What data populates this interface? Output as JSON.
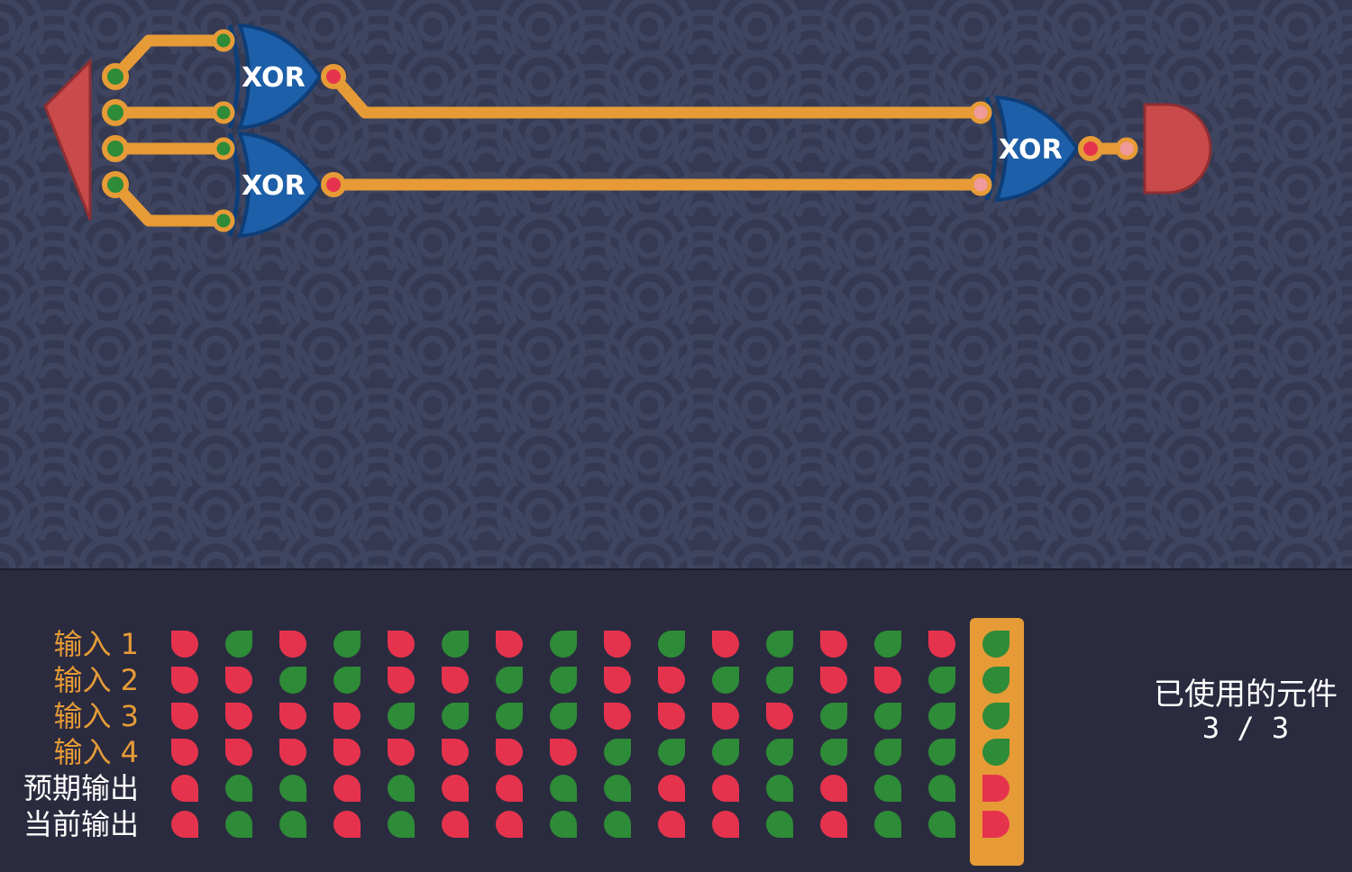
{
  "circuit": {
    "gates": [
      {
        "id": "xor1",
        "label": "XOR"
      },
      {
        "id": "xor2",
        "label": "XOR"
      },
      {
        "id": "xor3",
        "label": "XOR"
      }
    ],
    "colors": {
      "background": "#353a52",
      "wave": "#3f4560",
      "wire": "#e69b37",
      "gate_fill": "#1d5fa8",
      "gate_stroke": "#0e3e78",
      "pin_on": "#2e8b37",
      "pin_off": "#e6334d",
      "io_red": "#c94a4a"
    }
  },
  "truth_table": {
    "rows": [
      {
        "label": "输入 1",
        "kind": "input",
        "bits": [
          0,
          1,
          0,
          1,
          0,
          1,
          0,
          1,
          0,
          1,
          0,
          1,
          0,
          1,
          0,
          1
        ]
      },
      {
        "label": "输入 2",
        "kind": "input",
        "bits": [
          0,
          0,
          1,
          1,
          0,
          0,
          1,
          1,
          0,
          0,
          1,
          1,
          0,
          0,
          1,
          1
        ]
      },
      {
        "label": "输入 3",
        "kind": "input",
        "bits": [
          0,
          0,
          0,
          0,
          1,
          1,
          1,
          1,
          0,
          0,
          0,
          0,
          1,
          1,
          1,
          1
        ]
      },
      {
        "label": "输入 4",
        "kind": "input",
        "bits": [
          0,
          0,
          0,
          0,
          0,
          0,
          0,
          0,
          1,
          1,
          1,
          1,
          1,
          1,
          1,
          1
        ]
      },
      {
        "label": "预期输出",
        "kind": "output",
        "bits": [
          0,
          1,
          1,
          0,
          1,
          0,
          0,
          1,
          1,
          0,
          0,
          1,
          0,
          1,
          1,
          0
        ]
      },
      {
        "label": "当前输出",
        "kind": "output",
        "bits": [
          0,
          1,
          1,
          0,
          1,
          0,
          0,
          1,
          1,
          0,
          0,
          1,
          0,
          1,
          1,
          0
        ]
      }
    ],
    "highlighted_column": 15,
    "colors": {
      "on": "#2e8b37",
      "off": "#e6334d",
      "highlight": "#e69b37"
    }
  },
  "components": {
    "title": "已使用的元件",
    "count": "3 / 3"
  }
}
